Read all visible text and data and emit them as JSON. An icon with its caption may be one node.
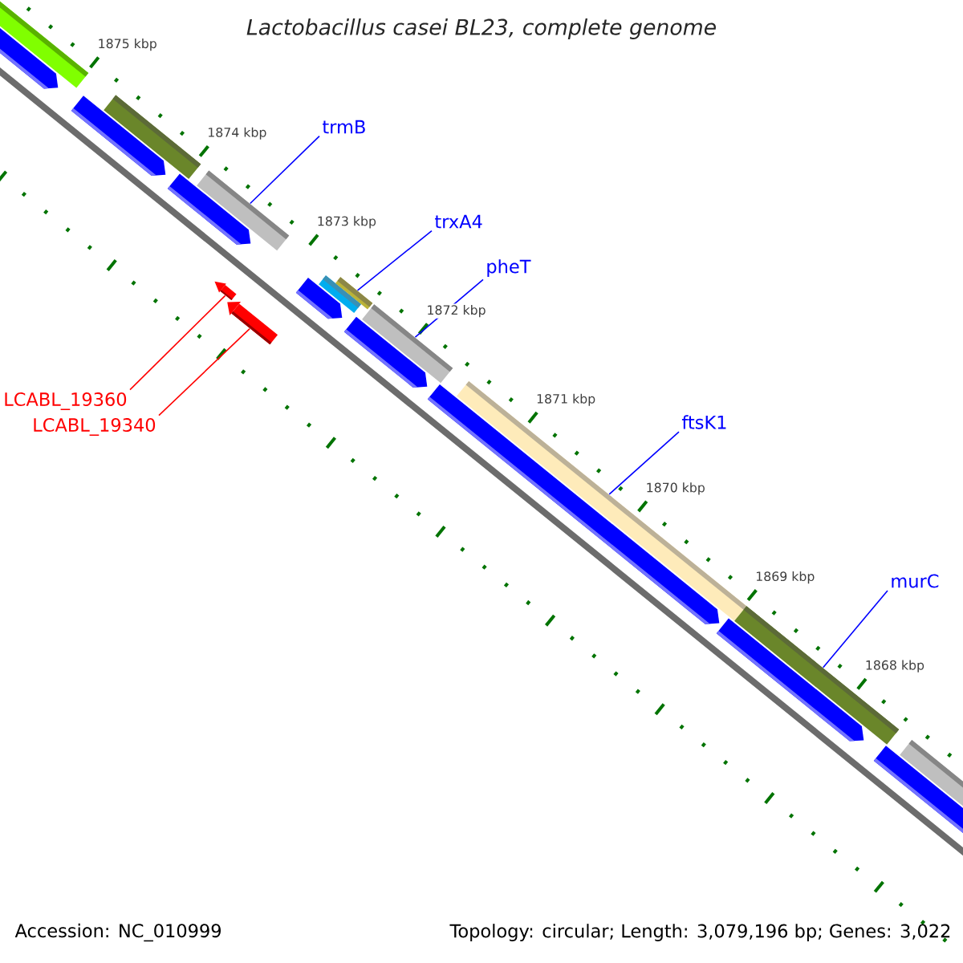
{
  "diagram": {
    "title": "Lactobacillus casei BL23, complete genome",
    "nodes": [
      {
        "text": [
          "trmB"
        ]
      },
      {
        "text": [
          "trxA4"
        ]
      },
      {
        "text": [
          "pheT"
        ]
      },
      {
        "text": [
          "ftsK1"
        ]
      },
      {
        "text": [
          "murC"
        ]
      },
      {
        "text": [
          "LCABL_19360"
        ]
      },
      {
        "text": [
          "LCABL_19340"
        ]
      },
      {
        "text": [],
        "shape": "bar"
      },
      {
        "text": [],
        "shape": "bar"
      },
      {
        "text": [],
        "shape": "bar"
      },
      {
        "text": [],
        "shape": "bar"
      },
      {
        "text": [],
        "shape": "bar"
      },
      {
        "text": [],
        "shape": "arrow"
      },
      {
        "text": [],
        "shape": "arrow"
      }
    ],
    "edges": [
      {
        "from": 0,
        "to": 7,
        "arrow": "none"
      },
      {
        "from": 1,
        "to": 8,
        "arrow": "none"
      },
      {
        "from": 2,
        "to": 9,
        "arrow": "none"
      },
      {
        "from": 3,
        "to": 10,
        "arrow": "none"
      },
      {
        "from": 4,
        "to": 11,
        "arrow": "none"
      },
      {
        "from": 5,
        "to": 12,
        "arrow": "none",
        "color": "#ff0000"
      },
      {
        "from": 6,
        "to": 13,
        "arrow": "none",
        "color": "#ff0000"
      }
    ],
    "labels": [
      "1875 kbp",
      "1874 kbp",
      "1873 kbp",
      "1872 kbp",
      "1871 kbp",
      "1870 kbp",
      "1869 kbp",
      "1868 kbp",
      "Accession: NC_010999",
      "Topology: circular; Length: 3,079,196 bp; Genes: 3,022"
    ]
  }
}
